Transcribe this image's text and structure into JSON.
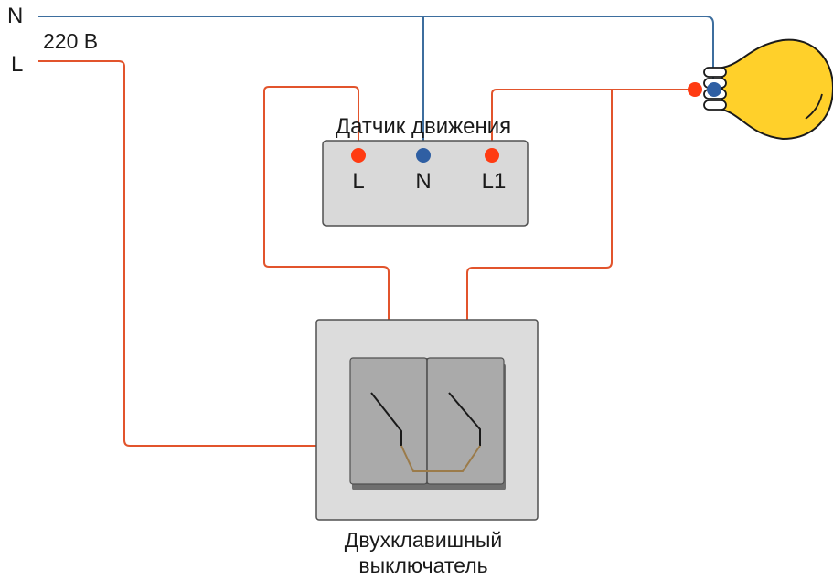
{
  "supply": {
    "neutral_label": "N",
    "phase_label": "L",
    "voltage_label": "220 В"
  },
  "sensor": {
    "title": "Датчик движения",
    "terminals": [
      {
        "label": "L",
        "color": "#ff3b12"
      },
      {
        "label": "N",
        "color": "#2f5fa3"
      },
      {
        "label": "L1",
        "color": "#ff3b12"
      }
    ]
  },
  "switch": {
    "caption_line1": "Двухклавишный",
    "caption_line2": "выключатель"
  },
  "colors": {
    "phase_wire": "#e2542c",
    "neutral_wire": "#3d6e9e",
    "bridge_wire": "#9b7b4a",
    "sensor_box": "#d9d9d9",
    "switch_plate": "#dcdcdc",
    "switch_keys": "#aaaaaa",
    "bulb": "#ffd02a"
  }
}
